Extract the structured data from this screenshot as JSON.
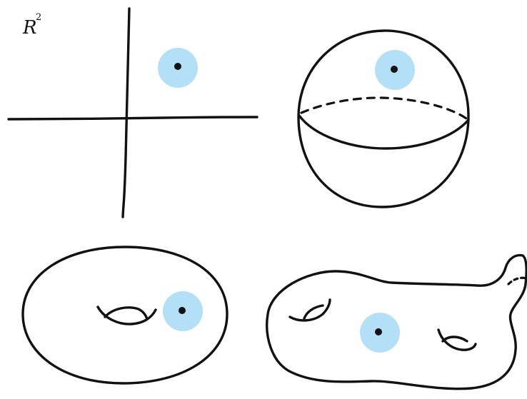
{
  "space_label": {
    "symbol": "R",
    "exponent": "2"
  },
  "panels": [
    {
      "id": "plane",
      "shape": "coordinate-axes"
    },
    {
      "id": "sphere",
      "shape": "sphere"
    },
    {
      "id": "torus",
      "shape": "torus-one-hole"
    },
    {
      "id": "genus-two-surface",
      "shape": "surface-two-holes"
    }
  ],
  "colors": {
    "ink": "#111111",
    "neighborhood_disk": "#b3e0f7",
    "point": "#111111",
    "background": "#ffffff"
  }
}
